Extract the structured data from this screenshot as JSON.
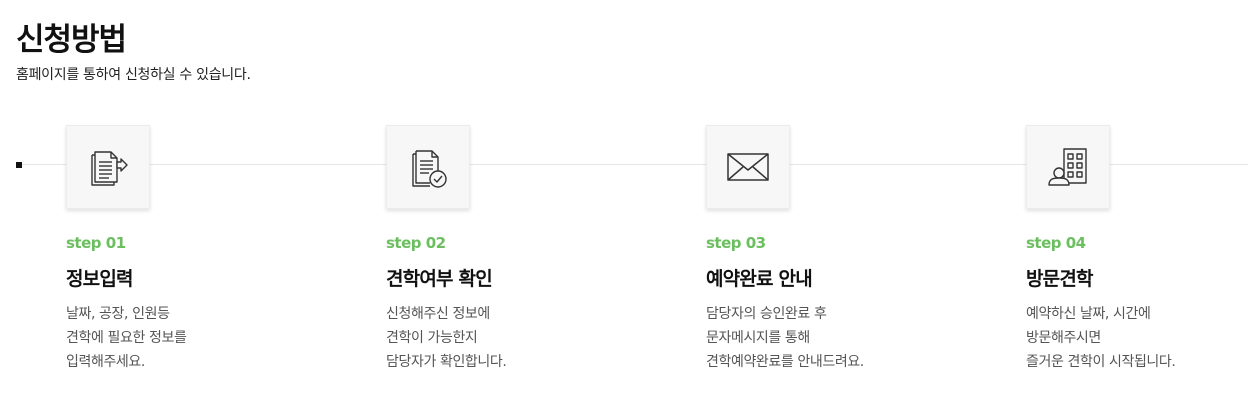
{
  "header": {
    "title": "신청방법",
    "subtitle": "홈페이지를 통하여 신청하실 수 있습니다."
  },
  "colors": {
    "accent": "#6cbf5f"
  },
  "steps": [
    {
      "icon": "document-send-icon",
      "number": "step 01",
      "title": "정보입력",
      "desc": [
        "날짜, 공장, 인원등",
        "견학에 필요한 정보를",
        "입력해주세요."
      ]
    },
    {
      "icon": "document-check-icon",
      "number": "step 02",
      "title": "견학여부 확인",
      "desc": [
        "신청해주신 정보에",
        "견학이 가능한지",
        "담당자가 확인합니다."
      ]
    },
    {
      "icon": "envelope-icon",
      "number": "step 03",
      "title": "예약완료 안내",
      "desc": [
        "담당자의 승인완료 후",
        "문자메시지를 통해",
        "견학예약완료를 안내드려요."
      ]
    },
    {
      "icon": "visitor-building-icon",
      "number": "step 04",
      "title": "방문견학",
      "desc": [
        "예약하신 날짜, 시간에",
        "방문해주시면",
        "즐거운 견학이 시작됩니다."
      ]
    }
  ]
}
